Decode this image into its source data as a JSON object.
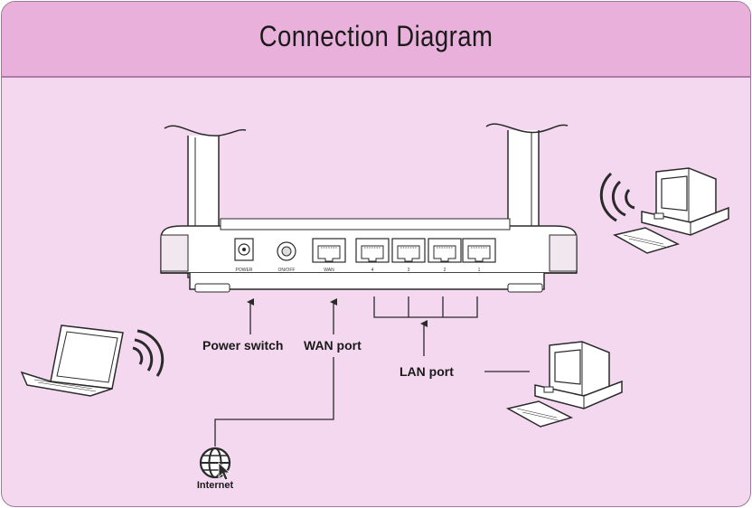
{
  "title": "Connection Diagram",
  "router": {
    "power_label": "POWER",
    "onoff_label": "ON/OFF",
    "wan_label": "WAN",
    "lan_port_numbers": [
      "4",
      "3",
      "2",
      "1"
    ]
  },
  "labels": {
    "power_switch": "Power switch",
    "wan_port": "WAN port",
    "lan_port": "LAN port",
    "internet": "Internet"
  },
  "icons": [
    "router",
    "antenna",
    "laptop",
    "desktop-computer",
    "wifi-signal",
    "internet-globe",
    "arrow"
  ],
  "colors": {
    "background": "#f4d8ef",
    "header": "#e8b0da",
    "line": "#2a2a2a"
  }
}
